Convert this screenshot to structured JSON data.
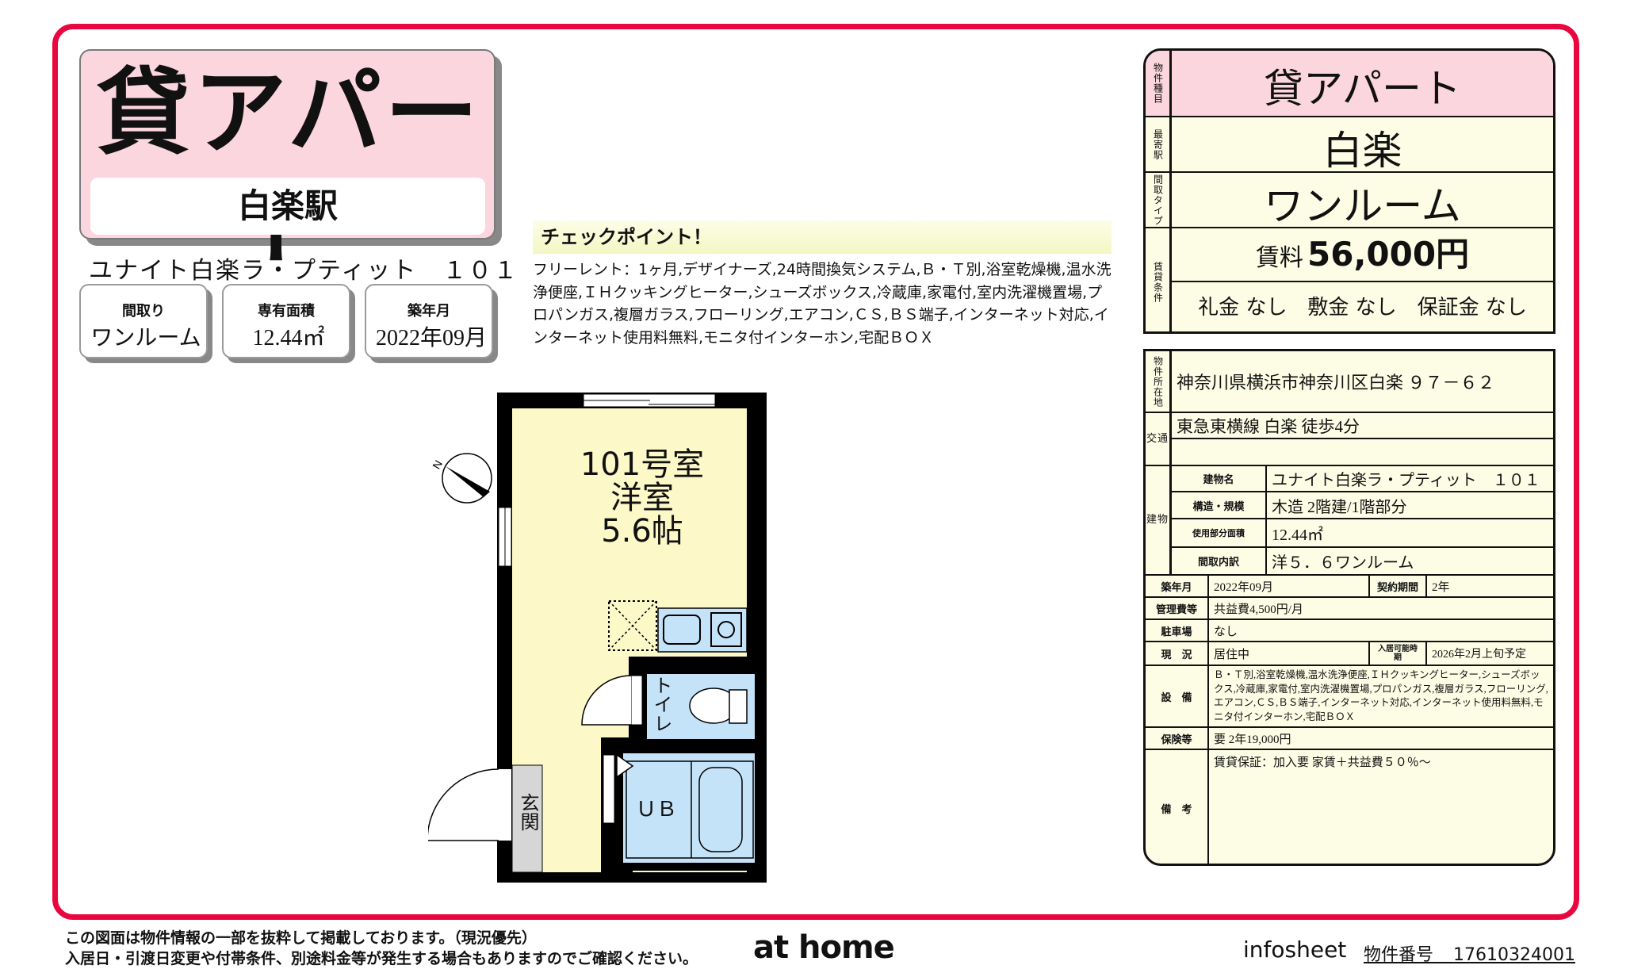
{
  "header": {
    "property_type": "貸アパート",
    "station": "白楽駅",
    "building_name": "ユナイト白楽ラ・プティット　１０１"
  },
  "info_boxes": [
    {
      "label": "間取り",
      "value": "ワンルーム"
    },
    {
      "label": "専有面積",
      "value": "12.44㎡"
    },
    {
      "label": "築年月",
      "value": "2022年09月"
    }
  ],
  "checkpoint": {
    "title": "チェックポイント！",
    "body": "フリーレント：1ヶ月,デザイナーズ,24時間換気システム,Ｂ・Ｔ別,浴室乾燥機,温水洗浄便座,ＩＨクッキングヒーター,シューズボックス,冷蔵庫,家電付,室内洗濯機置場,プロパンガス,複層ガラス,フローリング,エアコン,ＣＳ,ＢＳ端子,インターネット対応,インターネット使用料無料,モニタ付インターホン,宅配ＢＯＸ"
  },
  "floor_plan": {
    "room_label": "101号室",
    "room_type": "洋室",
    "room_size": "5.6帖",
    "toilet": "トイレ",
    "bath": "ＵＢ",
    "entrance": "玄関",
    "compass": "N",
    "colors": {
      "room": "#fdf8c8",
      "wet": "#c5e3f8",
      "entrance": "#d6d6d6",
      "wall": "#000000"
    }
  },
  "summary": {
    "rows": [
      {
        "label": "物件種目",
        "value": "貸アパート"
      },
      {
        "label": "最寄駅",
        "value": "白楽"
      },
      {
        "label": "間取タイプ",
        "value": "ワンルーム"
      },
      {
        "label": "賃貸条件",
        "rent_prefix": "賃料",
        "rent": "56,000円",
        "conditions": "礼金 なし　敷金 なし　保証金 なし"
      }
    ]
  },
  "details": {
    "location_label": "物件所在地",
    "location": "神奈川県横浜市神奈川区白楽 ９７－６２",
    "transport_label": "交通",
    "transport": [
      "東急東横線 白楽 徒歩4分",
      ""
    ],
    "building_label": "建物",
    "building": [
      {
        "label": "建物名",
        "value": "ユナイト白楽ラ・プティット　１０１"
      },
      {
        "label": "構造・規模",
        "value": "木造 2階建/1階部分"
      },
      {
        "label": "使用部分面積",
        "value": "12.44㎡"
      },
      {
        "label": "間取内訳",
        "value": "洋５．６ワンルーム"
      }
    ],
    "built_label": "築年月",
    "built": "2022年09月",
    "contract_label": "契約期間",
    "contract": "2年",
    "mgmt_label": "管理費等",
    "mgmt": "共益費4,500円/月",
    "parking_label": "駐車場",
    "parking": "なし",
    "status_label": "現　況",
    "status": "居住中",
    "movein_label": "入居可能時期",
    "movein": "2026年2月上旬予定",
    "equipment_label": "設　備",
    "equipment": "Ｂ・Ｔ別,浴室乾燥機,温水洗浄便座,ＩＨクッキングヒーター,シューズボックス,冷蔵庫,家電付,室内洗濯機置場,プロパンガス,複層ガラス,フローリング,エアコン,ＣＳ,ＢＳ端子,インターネット対応,インターネット使用料無料,モニタ付インターホン,宅配ＢＯＸ",
    "insurance_label": "保険等",
    "insurance": "要 2年19,000円",
    "remarks_label": "備　考",
    "remarks": "賃貸保証：加入要 家賃＋共益費５０％～"
  },
  "footer": {
    "line1": "この図面は物件情報の一部を抜粋して掲載しております。（現況優先）",
    "line2": "入居日・引渡日変更や付帯条件、別途料金等が発生する場合もありますのでご確認ください。",
    "logo": "at home",
    "infosheet": "infosheet",
    "property_no_label": "物件番号",
    "property_no": "17610324001"
  },
  "colors": {
    "frame": "#e8083f",
    "pink": "#fcd6df",
    "cream": "#fdfde6"
  }
}
